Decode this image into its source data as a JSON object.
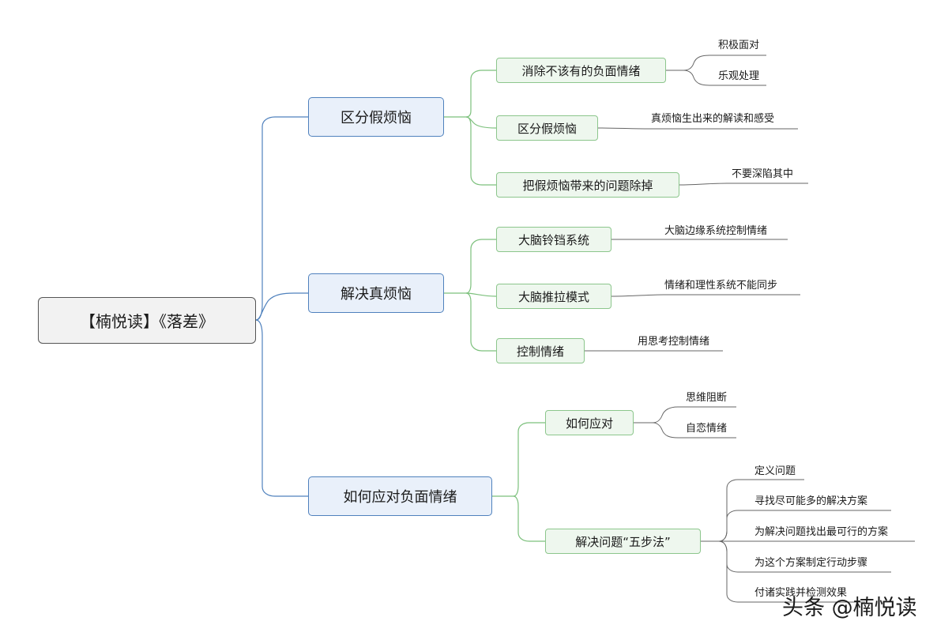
{
  "root": {
    "label": "【楠悦读】《落差》"
  },
  "branches": [
    {
      "label": "区分假烦恼",
      "children": [
        {
          "label": "消除不该有的负面情绪",
          "leaves": [
            "积极面对",
            "乐观处理"
          ]
        },
        {
          "label": "区分假烦恼",
          "leaves": [
            "真烦恼生出来的解读和感受"
          ]
        },
        {
          "label": "把假烦恼带来的问题除掉",
          "leaves": [
            "不要深陷其中"
          ]
        }
      ]
    },
    {
      "label": "解决真烦恼",
      "children": [
        {
          "label": "大脑铃铛系统",
          "leaves": [
            "大脑边缘系统控制情绪"
          ]
        },
        {
          "label": "大脑推拉模式",
          "leaves": [
            "情绪和理性系统不能同步"
          ]
        },
        {
          "label": "控制情绪",
          "leaves": [
            "用思考控制情绪"
          ]
        }
      ]
    },
    {
      "label": "如何应对负面情绪",
      "children": [
        {
          "label": "如何应对",
          "leaves": [
            "思维阻断",
            "自恋情绪"
          ]
        },
        {
          "label": "解决问题“五步法”",
          "leaves": [
            "定义问题",
            "寻找尽可能多的解决方案",
            "为解决问题找出最可行的方案",
            "为这个方案制定行动步骤",
            "付诸实践并检测效果"
          ]
        }
      ]
    }
  ],
  "watermark": "头条 @楠悦读",
  "colors": {
    "root_border": "#555555",
    "main_border": "#4f81bd",
    "main_fill": "#e9f0fa",
    "sub_border": "#8cc68c",
    "sub_fill": "#eef7ee",
    "main_line": "#4f81bd",
    "sub_line": "#7cc07c",
    "leaf_line": "#666666"
  }
}
